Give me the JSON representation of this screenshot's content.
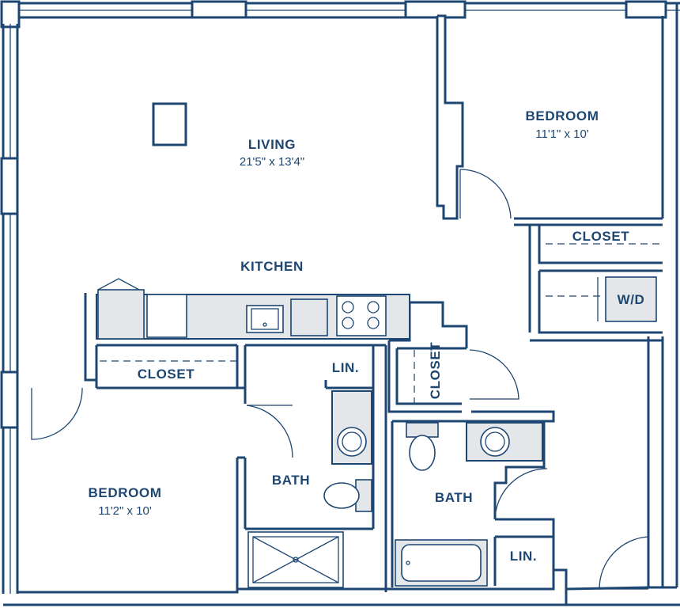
{
  "rooms": {
    "living": {
      "name": "LIVING",
      "dims": "21'5\" x 13'4\""
    },
    "kitchen": {
      "name": "KITCHEN"
    },
    "bedroom_right": {
      "name": "BEDROOM",
      "dims": "11'1\" x 10'"
    },
    "bedroom_left": {
      "name": "BEDROOM",
      "dims": "11'2\" x 10'"
    },
    "closet_right": {
      "name": "CLOSET"
    },
    "laundry": {
      "name": "W/D"
    },
    "closet_left": {
      "name": "CLOSET"
    },
    "closet_center": {
      "name": "CLOSET"
    },
    "bath_left": {
      "name": "BATH"
    },
    "bath_right": {
      "name": "BATH"
    },
    "linen_left": {
      "name": "LIN."
    },
    "linen_right": {
      "name": "LIN."
    }
  },
  "colors": {
    "wall": "#1d4772",
    "fixture_fill": "#e4e7ea",
    "background": "#ffffff"
  }
}
